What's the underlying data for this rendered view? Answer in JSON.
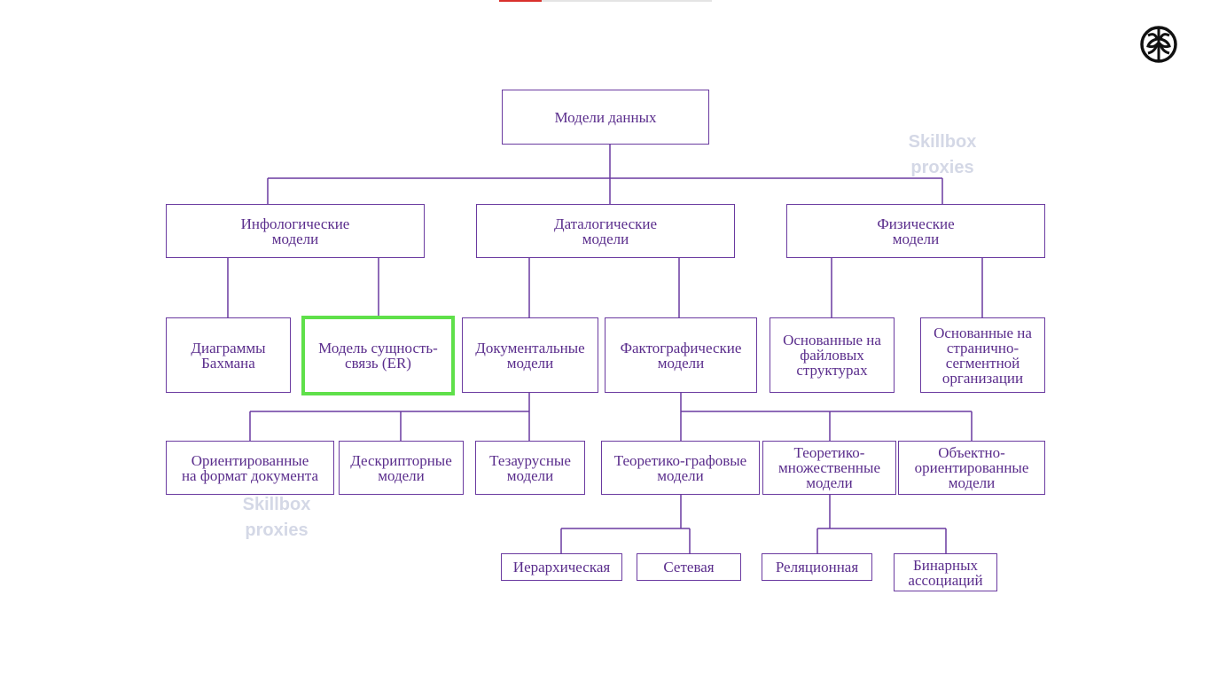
{
  "colors": {
    "node_text": "#5a2d8c",
    "node_border": "#6a3aa0",
    "highlight": "#5fe04a",
    "watermark": "#d4d8e6"
  },
  "logo": {
    "icon": "brain-logo-icon"
  },
  "watermarks": [
    "Skillbox\nproxies",
    "Skillbox\nproxies"
  ],
  "nodes": {
    "root": "Модели данных",
    "infological": "Инфологические\nмодели",
    "datalogical": "Даталогические\nмодели",
    "physical": "Физические\nмодели",
    "bachman": "Диаграммы\nБахмана",
    "er": "Модель сущность-\nсвязь (ER)",
    "documentary": "Документальные\nмодели",
    "factographic": "Фактографические\nмодели",
    "file_based": "Основанные на\nфайловых\nструктурах",
    "page_segment": "Основанные на\nстранично-\nсегментной\nорганизации",
    "doc_format": "Ориентированные\nна формат документа",
    "descriptor": "Дескрипторные\nмодели",
    "thesaurus": "Тезаурусные\nмодели",
    "graph_theoretic": "Теоретико-графовые\nмодели",
    "set_theoretic": "Теоретико-\nмножественные\nмодели",
    "object_oriented": "Объектно-\nориентированные\nмодели",
    "hierarchical": "Иерархическая",
    "network": "Сетевая",
    "relational": "Реляционная",
    "binary": "Бинарных\nассоциаций"
  }
}
